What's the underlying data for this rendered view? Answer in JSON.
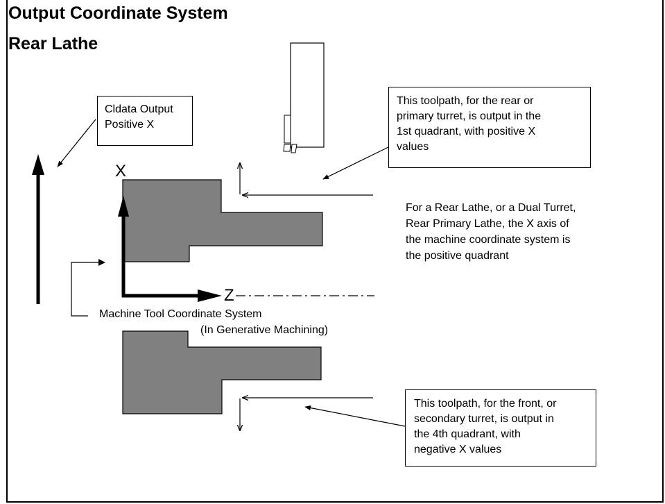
{
  "title": {
    "line1": "Output Coordinate System",
    "line2": "Rear Lathe"
  },
  "cldata_box": {
    "line1": "Cldata Output",
    "line2": "Positive X"
  },
  "axes": {
    "x_label": "X",
    "z_label": "Z"
  },
  "machine_label": {
    "line1": "Machine Tool Coordinate System",
    "line2": "(In Generative Machining)"
  },
  "rear_callout": {
    "lines": [
      "This toolpath, for the rear or",
      "primary turret, is output in the",
      "1st quadrant, with positive X",
      "values"
    ]
  },
  "middle_note": {
    "lines": [
      "For a Rear Lathe, or a Dual Turret,",
      "Rear Primary Lathe, the X axis of",
      "the machine coordinate system is",
      "the positive quadrant"
    ]
  },
  "front_callout": {
    "lines": [
      "This toolpath, for the front, or",
      "secondary turret, is output in",
      "the 4th quadrant, with",
      "negative X values"
    ]
  },
  "colors": {
    "part_fill": "#808080",
    "line": "#000000",
    "background": "#ffffff"
  }
}
